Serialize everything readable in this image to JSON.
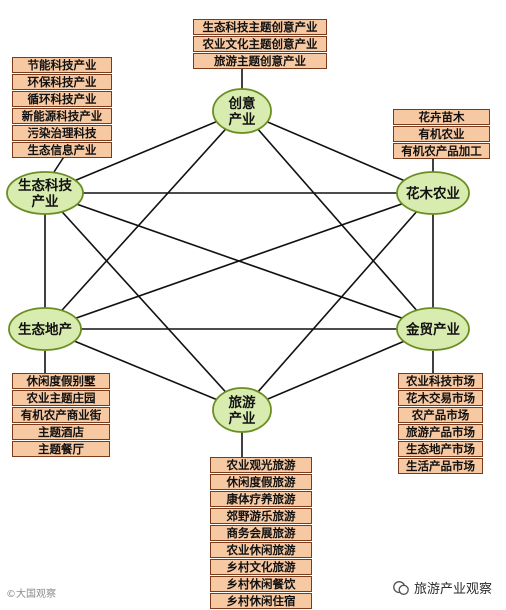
{
  "nodes": {
    "creative": "创意\n产业",
    "flower": "花木农业",
    "trade": "金贸产业",
    "tourism": "旅游\n产业",
    "estate": "生态地产",
    "eco_tech": "生态科技\n产业"
  },
  "boxes": {
    "creative": [
      "生态科技主题创意产业",
      "农业文化主题创意产业",
      "旅游主题创意产业"
    ],
    "flower": [
      "花卉苗木",
      "有机农业",
      "有机农产品加工"
    ],
    "eco_tech": [
      "节能科技产业",
      "环保科技产业",
      "循环科技产业",
      "新能源科技产业",
      "污染治理科技",
      "生态信息产业"
    ],
    "estate": [
      "休闲度假别墅",
      "农业主题庄园",
      "有机农产商业街",
      "主题酒店",
      "主题餐厅"
    ],
    "trade": [
      "农业科技市场",
      "花木交易市场",
      "农产品市场",
      "旅游产品市场",
      "生态地产市场",
      "生活产品市场"
    ],
    "tourism": [
      "农业观光旅游",
      "休闲度假旅游",
      "康体疗养旅游",
      "郊野游乐旅游",
      "商务会展旅游",
      "农业休闲旅游",
      "乡村文化旅游",
      "乡村休闲餐饮",
      "乡村休闲住宿"
    ]
  },
  "watermark": {
    "left": "©大国观察",
    "right": "旅游产业观察"
  },
  "colors": {
    "node_fill": "#d9ecb0",
    "node_stroke": "#6b8e23",
    "box_fill": "#f7c9a3",
    "box_stroke": "#7a3b1c",
    "line": "#111111"
  }
}
